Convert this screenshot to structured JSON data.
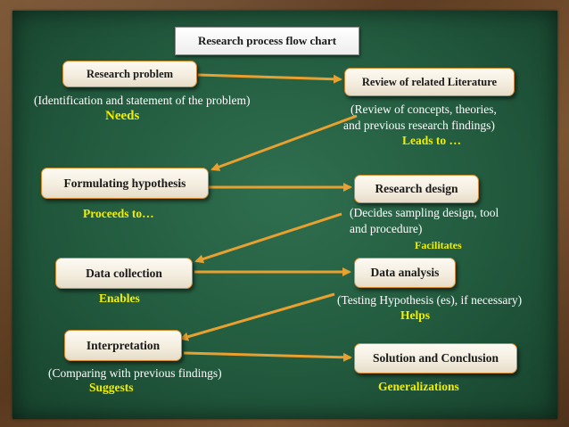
{
  "title": "Research process flow chart",
  "boxes": {
    "research_problem": "Research problem",
    "review_literature": "Review of related Literature",
    "formulating_hypothesis": "Formulating hypothesis",
    "research_design": "Research design",
    "data_collection": "Data collection",
    "data_analysis": "Data analysis",
    "interpretation": "Interpretation",
    "solution_conclusion": "Solution and Conclusion"
  },
  "descriptions": {
    "research_problem": "(Identification and statement of the problem)",
    "review_line1": "(Review of concepts, theories,",
    "review_line2": "and previous research findings)",
    "design_line1": "(Decides sampling design, tool",
    "design_line2": "and procedure)",
    "analysis": "(Testing Hypothesis (es), if necessary)",
    "interpretation": "(Comparing with previous findings)"
  },
  "connectors": {
    "needs": "Needs",
    "leads_to": "Leads to …",
    "proceeds_to": "Proceeds to…",
    "facilitates": "Facilitates",
    "enables": "Enables",
    "helps": "Helps",
    "suggests": "Suggests",
    "generalizations": "Generalizations"
  },
  "colors": {
    "board": "#225a3e",
    "arrow": "#e8a030",
    "box_border": "#d38a2c",
    "connector_text": "#f1ef00",
    "description_text": "#ffffff"
  }
}
